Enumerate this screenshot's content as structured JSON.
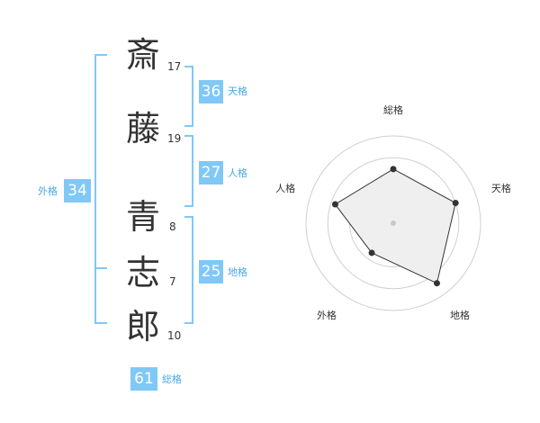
{
  "name_chars": [
    {
      "char": "斎",
      "strokes": "17"
    },
    {
      "char": "藤",
      "strokes": "19"
    },
    {
      "char": "青",
      "strokes": "8"
    },
    {
      "char": "志",
      "strokes": "7"
    },
    {
      "char": "郎",
      "strokes": "10"
    }
  ],
  "kaku": {
    "tenkaku": {
      "value": "36",
      "label": "天格"
    },
    "jinkaku": {
      "value": "27",
      "label": "人格"
    },
    "chikaku": {
      "value": "25",
      "label": "地格"
    },
    "gaikaku": {
      "value": "34",
      "label": "外格"
    },
    "soukaku": {
      "value": "61",
      "label": "総格"
    }
  },
  "colors": {
    "accent": "#7fc8f8",
    "accent_text": "#4aa8e6",
    "kanji": "#333333"
  },
  "chart_data": {
    "type": "radar",
    "axes": [
      "総格",
      "天格",
      "地格",
      "外格",
      "人格"
    ],
    "values": [
      0.62,
      0.75,
      0.85,
      0.42,
      0.7
    ],
    "grid": true
  }
}
